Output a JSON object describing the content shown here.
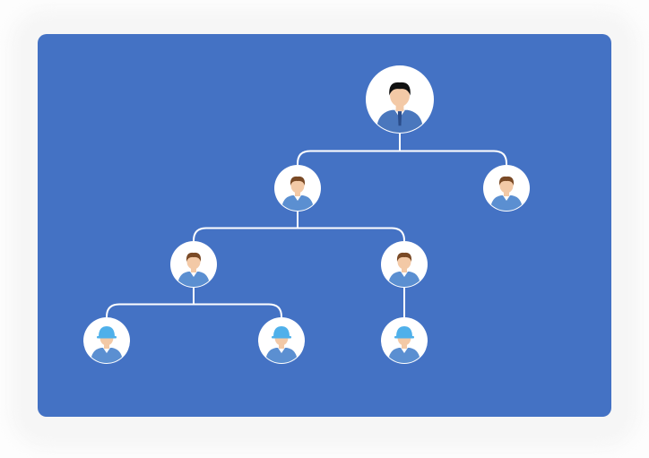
{
  "colors": {
    "canvas": "#4472c4",
    "connector": "#ffffff",
    "node_fill": "#ffffff",
    "suit": "#4a77bd",
    "shirt": "#5b8fd1",
    "skin": "#f3c9a6",
    "hair_brown": "#7a4a26",
    "hair_black": "#111111",
    "helmet": "#4fb0ea"
  },
  "nodes": [
    {
      "id": "n1",
      "role": "executive",
      "icon": "manager-icon"
    },
    {
      "id": "n2",
      "role": "supervisor",
      "icon": "employee-icon",
      "parent": "n1"
    },
    {
      "id": "n3",
      "role": "supervisor",
      "icon": "employee-icon",
      "parent": "n1"
    },
    {
      "id": "n4",
      "role": "supervisor",
      "icon": "employee-icon",
      "parent": "n2"
    },
    {
      "id": "n5",
      "role": "supervisor",
      "icon": "employee-icon",
      "parent": "n2"
    },
    {
      "id": "n6",
      "role": "worker",
      "icon": "helmet-worker-icon",
      "parent": "n4"
    },
    {
      "id": "n7",
      "role": "worker",
      "icon": "helmet-worker-icon",
      "parent": "n4"
    },
    {
      "id": "n8",
      "role": "worker",
      "icon": "helmet-worker-icon",
      "parent": "n5"
    }
  ]
}
